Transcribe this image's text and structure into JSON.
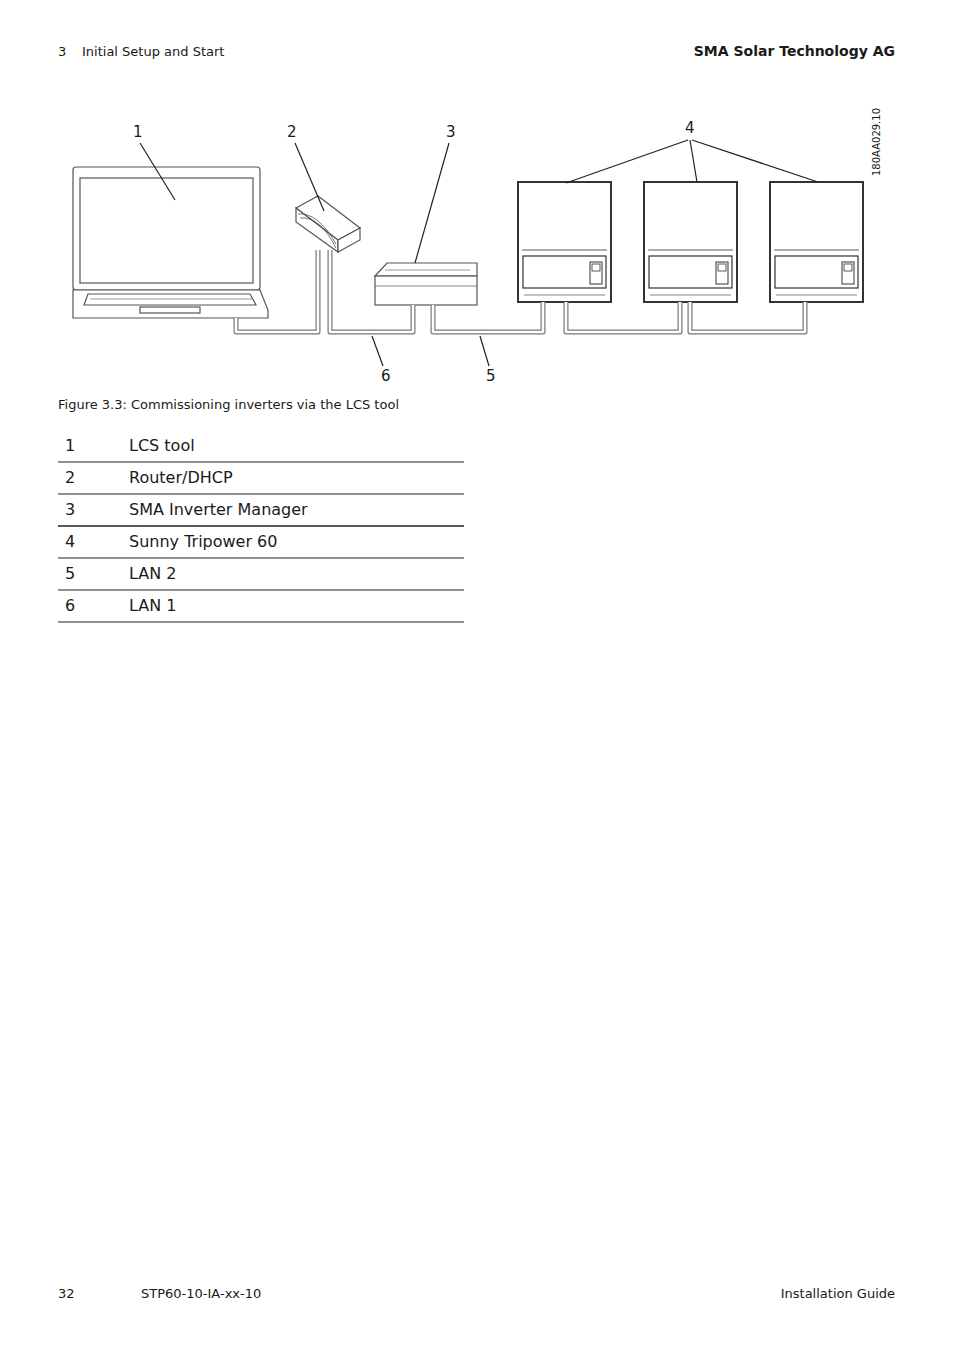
{
  "diagram": {
    "caption": "Figure 3.3: Commissioning inverters via the LCS tool",
    "labels": [
      "3",
      "Initial Setup and Start",
      "SMA Solar Technology AG",
      "1",
      "2",
      "3",
      "4",
      "180AA029.10",
      "6",
      "5",
      "1",
      "LCS tool",
      "2",
      "Router/DHCP",
      "3",
      "SMA Inverter Manager",
      "4",
      "Sunny Tripower 60",
      "5",
      "LAN 2",
      "6",
      "LAN 1",
      "32",
      "STP60-10-IA-xx-10",
      "Installation Guide"
    ]
  }
}
